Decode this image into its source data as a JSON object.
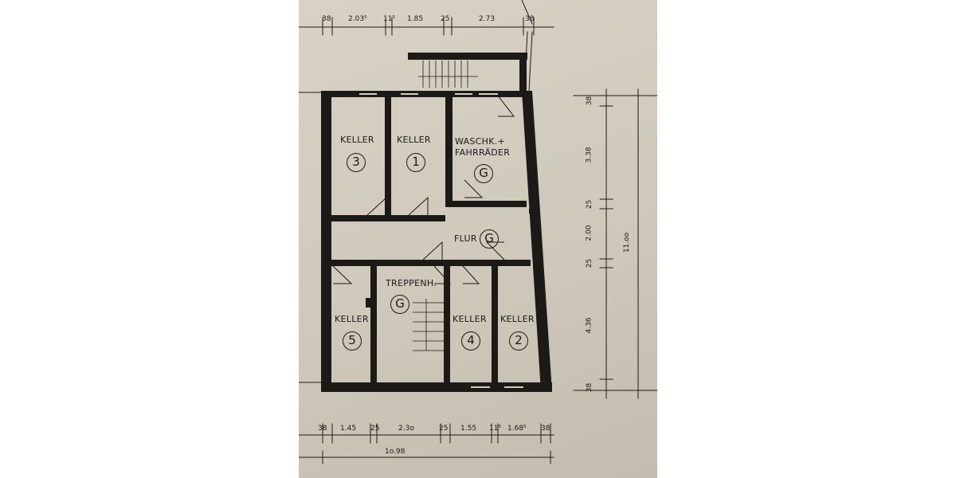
{
  "colors": {
    "paper": "#d3ccc0",
    "ink": "#1c1a17",
    "page_bg": "#ffffff"
  },
  "rooms": {
    "keller_3": {
      "label": "KELLER",
      "number": "3"
    },
    "keller_1": {
      "label": "KELLER",
      "number": "1"
    },
    "waschkueche": {
      "label_line1": "WASCHK.+",
      "label_line2": "FAHRRÄDER",
      "mark": "G"
    },
    "flur": {
      "label": "FLUR",
      "mark": "G"
    },
    "keller_5": {
      "label": "KELLER",
      "number": "5"
    },
    "treppenhaus": {
      "label": "TREPPENH.",
      "mark": "G"
    },
    "keller_4": {
      "label": "KELLER",
      "number": "4"
    },
    "keller_2": {
      "label": "KELLER",
      "number": "2"
    }
  },
  "dimensions": {
    "top": [
      "38",
      "2.03⁵",
      "11⁵",
      "1.85",
      "25",
      "2.73",
      "38"
    ],
    "right": [
      "38",
      "3.38",
      "25",
      "2.00",
      "25",
      "4.36",
      "38"
    ],
    "right_total": "11.oo",
    "bottom": [
      "38",
      "1.45",
      "25",
      "2.3o",
      "25",
      "1.55",
      "11⁵",
      "1.68⁵",
      "38"
    ],
    "bottom_total": "1o.98"
  }
}
